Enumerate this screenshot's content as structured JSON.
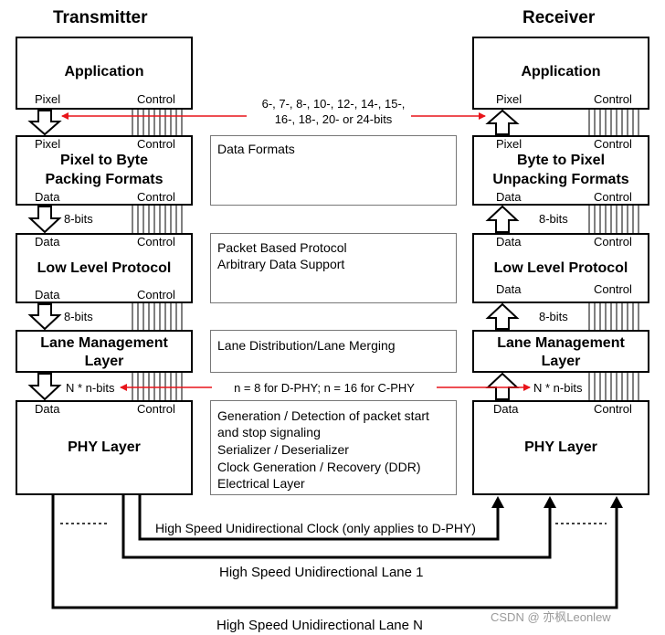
{
  "headers": {
    "transmitter": "Transmitter",
    "receiver": "Receiver"
  },
  "tx": {
    "application": {
      "title": "Application",
      "pixel": "Pixel",
      "control": "Control"
    },
    "packing": {
      "title_line1": "Pixel to Byte",
      "title_line2": "Packing Formats",
      "top_left": "Pixel",
      "top_right": "Control",
      "bottom_left": "Data",
      "bottom_right": "Control"
    },
    "llp": {
      "title": "Low Level Protocol",
      "top_left": "Data",
      "top_right": "Control",
      "bottom_left": "Data",
      "bottom_right": "Control"
    },
    "lane": {
      "title_line1": "Lane Management",
      "title_line2": "Layer"
    },
    "phy": {
      "title": "PHY Layer",
      "top_left": "Data",
      "top_right": "Control"
    }
  },
  "rx": {
    "application": {
      "title": "Application",
      "pixel": "Pixel",
      "control": "Control"
    },
    "unpacking": {
      "title_line1": "Byte to Pixel",
      "title_line2": "Unpacking Formats",
      "top_left": "Pixel",
      "top_right": "Control",
      "bottom_left": "Data",
      "bottom_right": "Control"
    },
    "llp": {
      "title": "Low Level Protocol",
      "top_left": "Data",
      "top_right": "Control",
      "bottom_left": "Data",
      "bottom_right": "Control"
    },
    "lane": {
      "title_line1": "Lane Management",
      "title_line2": "Layer"
    },
    "phy": {
      "title": "PHY Layer",
      "top_left": "Data",
      "top_right": "Control"
    }
  },
  "bus_labels": {
    "bits_a": "8-bits",
    "bits_b": "8-bits",
    "bits_c": "8-bits",
    "bits_d": "8-bits",
    "n_bits_tx": "N * n-bits",
    "n_bits_rx": "N * n-bits",
    "pixel_width_line1": "6-, 7-, 8-, 10-, 12-, 14-, 15-,",
    "pixel_width_line2": "16-, 18-, 20- or 24-bits",
    "phy_width": "n =  8  for D-PHY; n = 16 for C-PHY"
  },
  "descriptions": {
    "formats": "Data Formats",
    "protocol_line1": "Packet Based Protocol",
    "protocol_line2": "Arbitrary Data Support",
    "lane": "Lane Distribution/Lane Merging",
    "phy_line1": "Generation / Detection of packet start",
    "phy_line2": "and stop signaling",
    "phy_line3": "Serializer / Deserializer",
    "phy_line4": "Clock Generation / Recovery (DDR)",
    "phy_line5": "Electrical Layer"
  },
  "links": {
    "clock": "High Speed Unidirectional Clock (only applies to D-PHY)",
    "lane1": "High Speed Unidirectional Lane 1",
    "laneN": "High Speed Unidirectional Lane N"
  },
  "watermark": "CSDN @ 亦枫Leonlew",
  "colors": {
    "line": "#000000",
    "accent_arrow": "#e8141a",
    "desc_border": "#777777"
  }
}
